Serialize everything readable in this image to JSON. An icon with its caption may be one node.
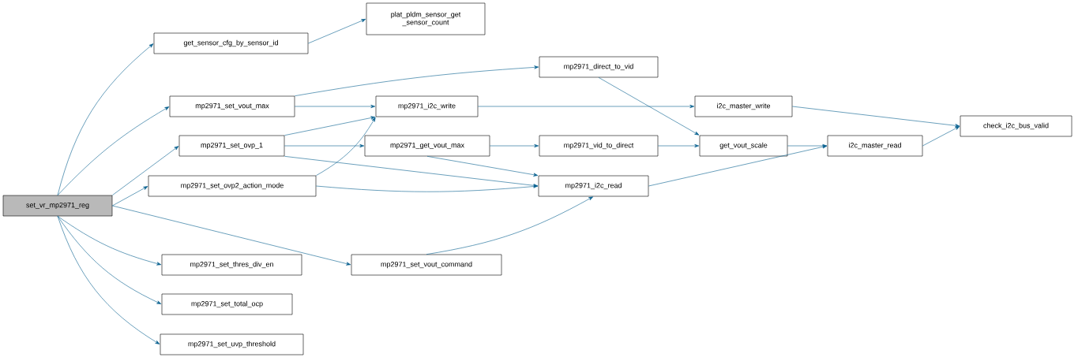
{
  "diagram": {
    "nodes": [
      {
        "text": [
          "set_vr_mp2971_reg"
        ]
      },
      {
        "text": [
          "get_sensor_cfg_by_sensor_id"
        ]
      },
      {
        "text": [
          "plat_pldm_sensor_get _sensor_count"
        ]
      },
      {
        "text": [
          "mp2971_set_vout_max"
        ]
      },
      {
        "text": [
          "mp2971_direct_to_vid"
        ]
      },
      {
        "text": [
          "mp2971_i2c_write"
        ]
      },
      {
        "text": [
          "i2c_master_write"
        ]
      },
      {
        "text": [
          "check_i2c_bus_valid"
        ]
      },
      {
        "text": [
          "mp2971_set_ovp_1"
        ]
      },
      {
        "text": [
          "mp2971_get_vout_max"
        ]
      },
      {
        "text": [
          "mp2971_vid_to_direct"
        ]
      },
      {
        "text": [
          "get_vout_scale"
        ]
      },
      {
        "text": [
          "i2c_master_read"
        ]
      },
      {
        "text": [
          "mp2971_set_ovp2_action_mode"
        ]
      },
      {
        "text": [
          "mp2971_i2c_read"
        ]
      },
      {
        "text": [
          "mp2971_set_thres_div_en"
        ]
      },
      {
        "text": [
          "mp2971_set_vout_command"
        ]
      },
      {
        "text": [
          "mp2971_set_total_ocp"
        ]
      },
      {
        "text": [
          "mp2971_set_uvp_threshold"
        ]
      }
    ],
    "edges": [
      {
        "from": 0,
        "to": 1,
        "arrow": "to"
      },
      {
        "from": 0,
        "to": 3,
        "arrow": "to"
      },
      {
        "from": 0,
        "to": 8,
        "arrow": "to"
      },
      {
        "from": 0,
        "to": 13,
        "arrow": "to"
      },
      {
        "from": 0,
        "to": 15,
        "arrow": "to"
      },
      {
        "from": 0,
        "to": 16,
        "arrow": "to"
      },
      {
        "from": 0,
        "to": 17,
        "arrow": "to"
      },
      {
        "from": 0,
        "to": 18,
        "arrow": "to"
      },
      {
        "from": 1,
        "to": 2,
        "arrow": "to"
      },
      {
        "from": 3,
        "to": 4,
        "arrow": "to"
      },
      {
        "from": 3,
        "to": 5,
        "arrow": "to"
      },
      {
        "from": 4,
        "to": 11,
        "arrow": "to"
      },
      {
        "from": 5,
        "to": 6,
        "arrow": "to"
      },
      {
        "from": 6,
        "to": 7,
        "arrow": "to"
      },
      {
        "from": 8,
        "to": 5,
        "arrow": "to"
      },
      {
        "from": 8,
        "to": 9,
        "arrow": "to"
      },
      {
        "from": 8,
        "to": 14,
        "arrow": "to"
      },
      {
        "from": 9,
        "to": 10,
        "arrow": "to"
      },
      {
        "from": 9,
        "to": 14,
        "arrow": "to"
      },
      {
        "from": 10,
        "to": 11,
        "arrow": "to"
      },
      {
        "from": 11,
        "to": 12,
        "arrow": "to"
      },
      {
        "from": 12,
        "to": 7,
        "arrow": "to"
      },
      {
        "from": 13,
        "to": 5,
        "arrow": "to"
      },
      {
        "from": 13,
        "to": 14,
        "arrow": "to"
      },
      {
        "from": 14,
        "to": 12,
        "arrow": "to"
      },
      {
        "from": 16,
        "to": 14,
        "arrow": "to"
      }
    ]
  }
}
